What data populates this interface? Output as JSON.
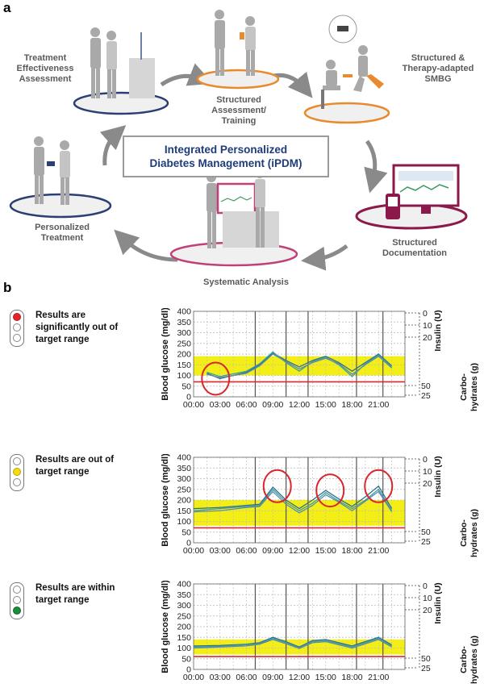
{
  "panel_a": {
    "letter": "a",
    "center_title": [
      "Integrated Personalized",
      "Diabetes Management (iPDM)"
    ],
    "stages": [
      {
        "id": "treatment-effectiveness",
        "lines": [
          "Treatment",
          "Effectiveness",
          "Assessment"
        ]
      },
      {
        "id": "structured-assessment",
        "lines": [
          "Structured",
          "Assessment/",
          "Training"
        ]
      },
      {
        "id": "structured-smbg",
        "lines": [
          "Structured &",
          "Therapy-adapted",
          "SMBG"
        ]
      },
      {
        "id": "structured-documentation",
        "lines": [
          "Structured",
          "Documentation"
        ]
      },
      {
        "id": "systematic-analysis",
        "lines": [
          "Systematic Analysis"
        ]
      },
      {
        "id": "personalized-treatment",
        "lines": [
          "Personalized",
          "Treatment"
        ]
      }
    ],
    "colors": {
      "navy": "#2b3f73",
      "orange": "#e88a2e",
      "magenta": "#8b1a4a",
      "pink": "#c0407a",
      "arrow": "#8a8a8a",
      "figure": "#a9a9a9"
    }
  },
  "panel_b": {
    "letter": "b",
    "rows": [
      {
        "status": "red",
        "label_lines": [
          "Results are",
          "significantly out of",
          "target range"
        ]
      },
      {
        "status": "yellow",
        "label_lines": [
          "Results are out of",
          "target range"
        ]
      },
      {
        "status": "green",
        "label_lines": [
          "Results are within",
          "target range"
        ]
      }
    ],
    "lamp_colors": {
      "red": "#e0262b",
      "yellow": "#f2dc14",
      "green": "#1e8c3a"
    }
  },
  "chart_data": [
    {
      "type": "line",
      "ylabel": "Blood glucose (mg/dl)",
      "right_label_top": "Insulin (U)",
      "right_label_bottom": "Carbo-hydrates (g)",
      "x_tick_labels": [
        "00:00",
        "03:00",
        "06:00",
        "09:00",
        "12:00",
        "15:00",
        "18:00",
        "21:00"
      ],
      "y_ticks": [
        0,
        50,
        100,
        150,
        200,
        250,
        300,
        350,
        400
      ],
      "right_ticks_top": [
        "0",
        "10",
        "20"
      ],
      "right_ticks_bottom": [
        "25",
        "50"
      ],
      "ylim": [
        0,
        400
      ],
      "target_band": [
        100,
        190
      ],
      "hypo_line": 70,
      "series": [
        {
          "x": [
            1.5,
            3,
            6,
            7.5,
            9,
            10.5,
            12,
            13.5,
            15,
            16.5,
            18,
            19.5,
            21,
            22.5
          ],
          "y": [
            110,
            85,
            115,
            150,
            205,
            170,
            140,
            170,
            190,
            160,
            120,
            160,
            200,
            145
          ]
        },
        {
          "x": [
            1.5,
            3,
            6,
            7.5,
            9,
            10.5,
            12,
            13.5,
            15,
            16.5,
            18,
            19.5,
            21,
            22.5
          ],
          "y": [
            115,
            95,
            120,
            155,
            210,
            160,
            120,
            165,
            185,
            150,
            95,
            155,
            195,
            140
          ]
        },
        {
          "x": [
            1.5,
            3,
            6,
            7.5,
            9,
            10.5,
            12,
            13.5,
            15,
            16.5,
            18,
            19.5,
            21,
            22.5
          ],
          "y": [
            105,
            90,
            110,
            145,
            200,
            165,
            130,
            160,
            180,
            155,
            105,
            150,
            190,
            135
          ]
        }
      ],
      "highlight_circles": [
        {
          "x": 2.5,
          "y": 85
        }
      ]
    },
    {
      "type": "line",
      "ylabel": "Blood glucose (mg/dl)",
      "right_label_top": "Insulin (U)",
      "right_label_bottom": "Carbo-hydrates (g)",
      "x_tick_labels": [
        "00:00",
        "03:00",
        "06:00",
        "09:00",
        "12:00",
        "15:00",
        "18:00",
        "21:00"
      ],
      "y_ticks": [
        0,
        50,
        100,
        150,
        200,
        250,
        300,
        350,
        400
      ],
      "right_ticks_top": [
        "0",
        "10",
        "20"
      ],
      "right_ticks_bottom": [
        "25",
        "50"
      ],
      "ylim": [
        0,
        400
      ],
      "target_band": [
        80,
        200
      ],
      "hypo_line": 70,
      "series": [
        {
          "x": [
            0,
            3,
            6,
            7.5,
            9,
            10.5,
            12,
            13.5,
            15,
            16.5,
            18,
            19.5,
            21,
            22.5
          ],
          "y": [
            160,
            165,
            175,
            180,
            260,
            200,
            160,
            200,
            245,
            205,
            170,
            215,
            265,
            160
          ]
        },
        {
          "x": [
            0,
            3,
            6,
            7.5,
            9,
            10.5,
            12,
            13.5,
            15,
            16.5,
            18,
            19.5,
            21,
            22.5
          ],
          "y": [
            150,
            160,
            170,
            175,
            250,
            190,
            150,
            185,
            235,
            195,
            160,
            200,
            250,
            150
          ]
        },
        {
          "x": [
            0,
            3,
            6,
            7.5,
            9,
            10.5,
            12,
            13.5,
            15,
            16.5,
            18,
            19.5,
            21,
            22.5
          ],
          "y": [
            145,
            150,
            165,
            170,
            240,
            180,
            140,
            175,
            225,
            190,
            150,
            195,
            240,
            145
          ]
        }
      ],
      "highlight_circles": [
        {
          "x": 9.5,
          "y": 265
        },
        {
          "x": 15.5,
          "y": 245
        },
        {
          "x": 21,
          "y": 265
        }
      ]
    },
    {
      "type": "line",
      "ylabel": "Blood glucose (mg/dl)",
      "right_label_top": "Insulin (U)",
      "right_label_bottom": "Carbo-hydrates (g)",
      "x_tick_labels": [
        "00:00",
        "03:00",
        "06:00",
        "09:00",
        "12:00",
        "15:00",
        "18:00",
        "21:00"
      ],
      "y_ticks": [
        0,
        50,
        100,
        150,
        200,
        250,
        300,
        350,
        400
      ],
      "right_ticks_top": [
        "0",
        "10",
        "20"
      ],
      "right_ticks_bottom": [
        "25",
        "50"
      ],
      "ylim": [
        0,
        400
      ],
      "target_band": [
        70,
        140
      ],
      "hypo_line": 60,
      "series": [
        {
          "x": [
            0,
            3,
            6,
            7.5,
            9,
            10.5,
            12,
            13.5,
            15,
            16.5,
            18,
            19.5,
            21,
            22.5
          ],
          "y": [
            110,
            112,
            118,
            125,
            150,
            130,
            105,
            135,
            140,
            125,
            110,
            130,
            150,
            115
          ]
        },
        {
          "x": [
            0,
            3,
            6,
            7.5,
            9,
            10.5,
            12,
            13.5,
            15,
            16.5,
            18,
            19.5,
            21,
            22.5
          ],
          "y": [
            105,
            108,
            115,
            120,
            145,
            125,
            100,
            130,
            135,
            120,
            105,
            125,
            145,
            110
          ]
        },
        {
          "x": [
            0,
            3,
            6,
            7.5,
            9,
            10.5,
            12,
            13.5,
            15,
            16.5,
            18,
            19.5,
            21,
            22.5
          ],
          "y": [
            100,
            105,
            110,
            118,
            140,
            120,
            98,
            125,
            130,
            115,
            100,
            120,
            140,
            105
          ]
        }
      ],
      "highlight_circles": []
    }
  ]
}
